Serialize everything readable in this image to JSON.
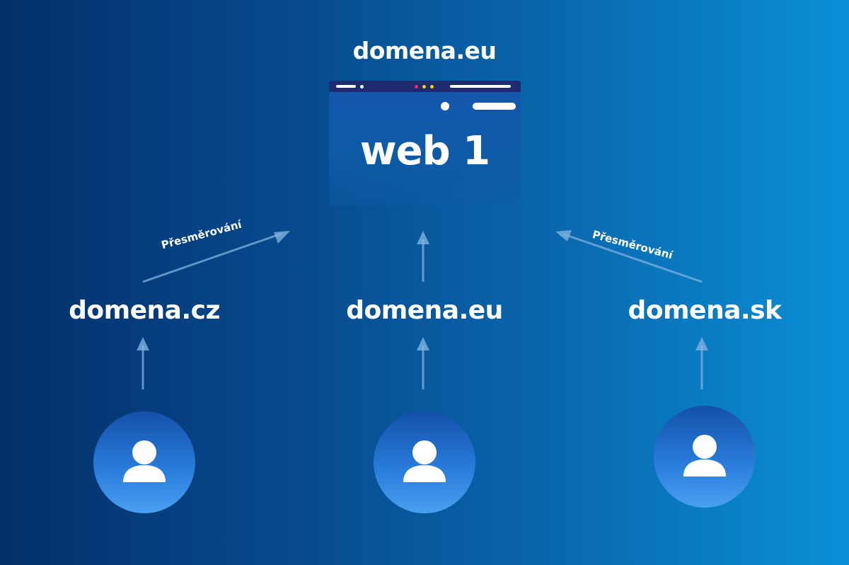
{
  "main_site": {
    "domain": "domena.eu",
    "title": "web 1"
  },
  "domains": [
    {
      "domain": "domena.cz",
      "redirect_label": "Přesměrování"
    },
    {
      "domain": "domena.eu"
    },
    {
      "domain": "domena.sk",
      "redirect_label": "Přesměrování"
    }
  ],
  "colors": {
    "background_start": "#03306a",
    "background_end": "#0a8fd6",
    "browser_bar": "#1e2b6e",
    "accent_pink": "#e0306e",
    "accent_yellow": "#f2d21b",
    "text": "#ffffff"
  },
  "icons": [
    "user-icon",
    "arrow-up-icon",
    "browser-window-icon"
  ]
}
